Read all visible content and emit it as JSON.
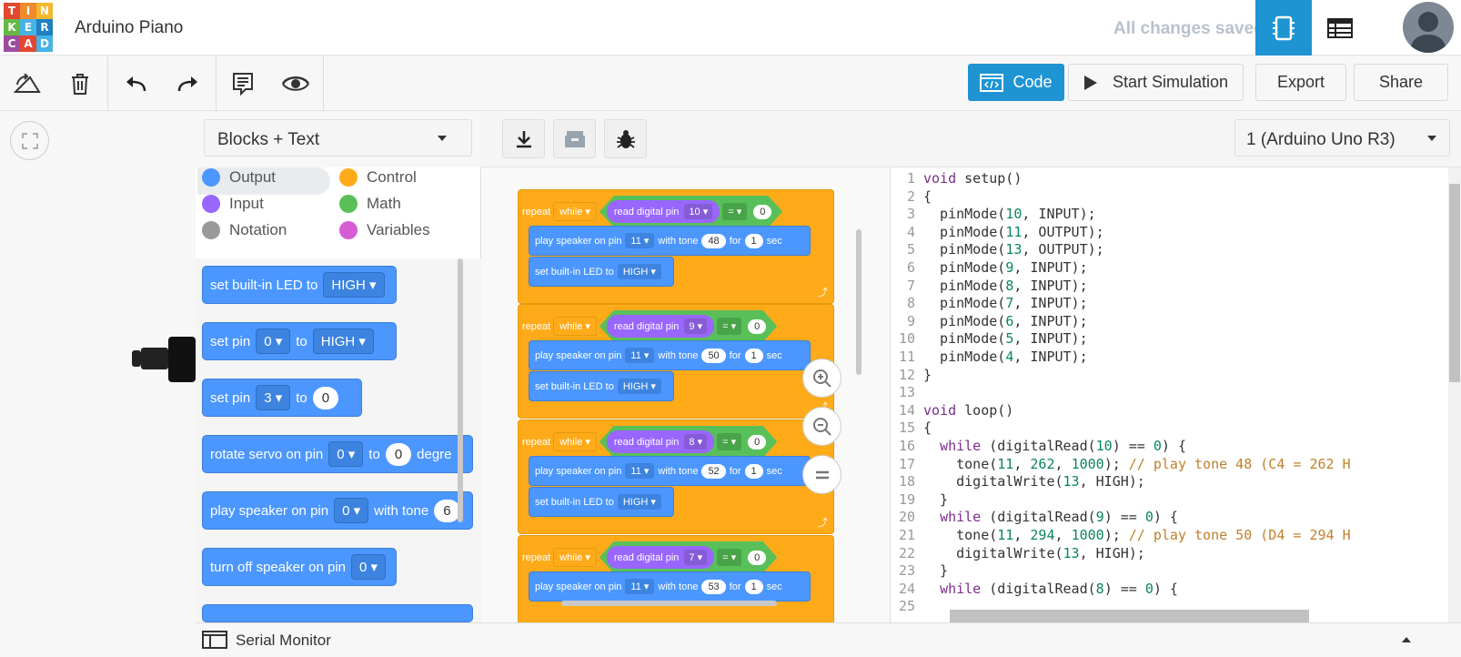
{
  "header": {
    "logo_letters": [
      "T",
      "I",
      "N",
      "K",
      "E",
      "R",
      "C",
      "A",
      "D"
    ],
    "logo_colors": [
      "#e2472f",
      "#ef8b2c",
      "#f5b730",
      "#66b845",
      "#47b3e4",
      "#1e7fc1",
      "#9c4d9f",
      "#e2472f",
      "#47b3e4"
    ],
    "title": "Arduino Piano",
    "status": "All changes saved"
  },
  "toolbar": {
    "code_label": "Code",
    "sim_label": "Start Simulation",
    "export_label": "Export",
    "share_label": "Share"
  },
  "editor": {
    "mode": "Blocks + Text",
    "board": "1 (Arduino Uno R3)"
  },
  "categories": [
    {
      "label": "Output",
      "color": "#4c97ff"
    },
    {
      "label": "Control",
      "color": "#ffab19"
    },
    {
      "label": "Input",
      "color": "#9966ff"
    },
    {
      "label": "Math",
      "color": "#59c059"
    },
    {
      "label": "Notation",
      "color": "#999999"
    },
    {
      "label": "Variables",
      "color": "#d65cd6"
    }
  ],
  "palette": {
    "b1": {
      "text": "set built-in LED to",
      "dd": "HIGH"
    },
    "b2": {
      "text": "set pin",
      "dd": "0",
      "to": "to",
      "dd2": "HIGH"
    },
    "b3": {
      "text": "set pin",
      "dd": "3",
      "to": "to",
      "val": "0"
    },
    "b4": {
      "text": "rotate servo on pin",
      "dd": "0",
      "to": "to",
      "val": "0",
      "tail": "degre"
    },
    "b5": {
      "text": "play speaker on pin",
      "dd": "0",
      "mid": "with tone",
      "val": "6"
    },
    "b6": {
      "text": "turn off speaker on pin",
      "dd": "0"
    }
  },
  "workspace": {
    "repeat": "repeat",
    "while": "while",
    "read": "read digital pin",
    "eq": "=",
    "play": "play speaker on pin",
    "withtone": "with tone",
    "for": "for",
    "sec": "sec",
    "setled": "set built-in LED to",
    "high": "HIGH",
    "spk": "11",
    "one": "1",
    "zero": "0",
    "loops": [
      {
        "pin": "10",
        "tone": "48"
      },
      {
        "pin": "9",
        "tone": "50"
      },
      {
        "pin": "8",
        "tone": "52"
      },
      {
        "pin": "7",
        "tone": "53"
      }
    ]
  },
  "code_lines": [
    "void setup()",
    "{",
    "  pinMode(10, INPUT);",
    "  pinMode(11, OUTPUT);",
    "  pinMode(13, OUTPUT);",
    "  pinMode(9, INPUT);",
    "  pinMode(8, INPUT);",
    "  pinMode(7, INPUT);",
    "  pinMode(6, INPUT);",
    "  pinMode(5, INPUT);",
    "  pinMode(4, INPUT);",
    "}",
    "",
    "void loop()",
    "{",
    "  while (digitalRead(10) == 0) {",
    "    tone(11, 262, 1000); // play tone 48 (C4 = 262 H",
    "    digitalWrite(13, HIGH);",
    "  }",
    "  while (digitalRead(9) == 0) {",
    "    tone(11, 294, 1000); // play tone 50 (D4 = 294 H",
    "    digitalWrite(13, HIGH);",
    "  }",
    "  while (digitalRead(8) == 0) {",
    ""
  ],
  "serial": {
    "label": "Serial Monitor"
  }
}
